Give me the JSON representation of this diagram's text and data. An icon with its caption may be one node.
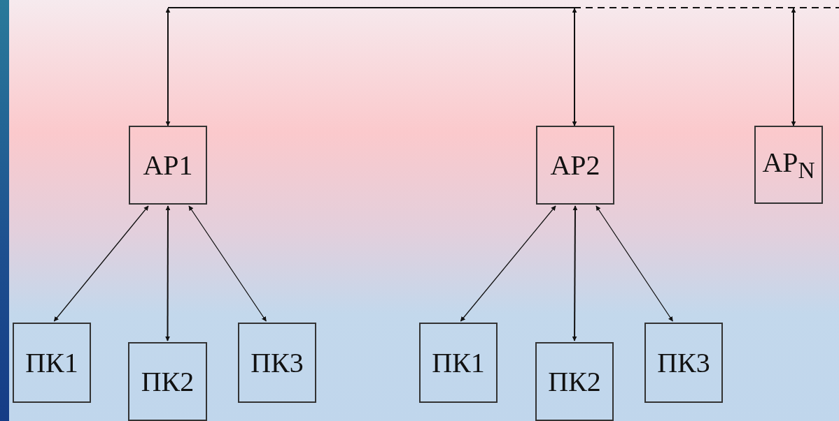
{
  "diagram": {
    "nodes": [
      {
        "text": [],
        "shape": "bar"
      },
      {
        "text": [
          "AP1"
        ]
      },
      {
        "text": [
          "AP2"
        ]
      },
      {
        "text": [
          "AP$_{N}$"
        ]
      },
      {
        "text": [
          "ПК1"
        ]
      },
      {
        "text": [
          "ПК2"
        ]
      },
      {
        "text": [
          "ПК3"
        ]
      },
      {
        "text": [
          "ПК1"
        ]
      },
      {
        "text": [
          "ПК2"
        ]
      },
      {
        "text": [
          "ПК3"
        ]
      }
    ],
    "edges": [
      {
        "from": 0,
        "to": 1,
        "arrow": "both"
      },
      {
        "from": 0,
        "to": 2,
        "arrow": "both"
      },
      {
        "from": 0,
        "to": 3,
        "arrow": "both"
      },
      {
        "from": 1,
        "to": 4,
        "arrow": "both"
      },
      {
        "from": 1,
        "to": 5,
        "arrow": "both"
      },
      {
        "from": 1,
        "to": 6,
        "arrow": "both"
      },
      {
        "from": 2,
        "to": 7,
        "arrow": "both"
      },
      {
        "from": 2,
        "to": 8,
        "arrow": "both"
      },
      {
        "from": 2,
        "to": 9,
        "arrow": "both"
      }
    ]
  }
}
